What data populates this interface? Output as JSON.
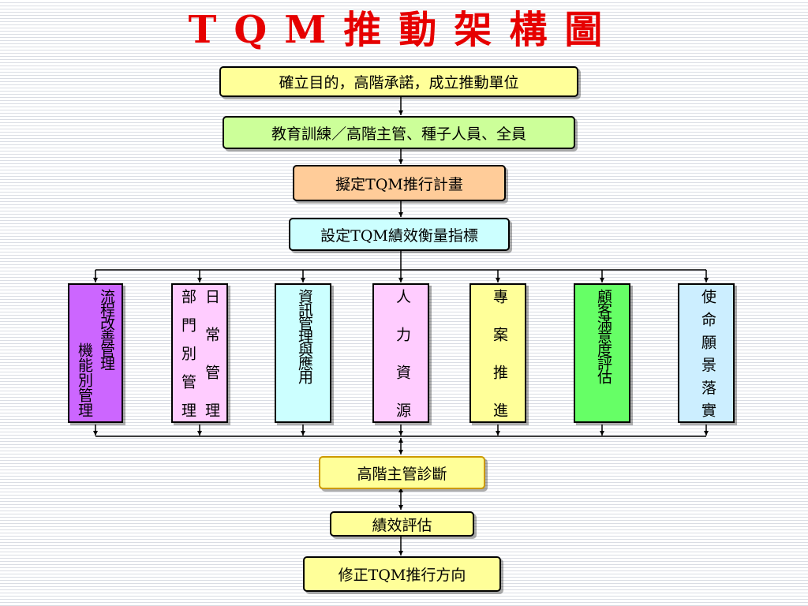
{
  "title": "TQM推動架構圖",
  "top_steps": [
    "確立目的，高階承諾，成立推動單位",
    "教育訓練／高階主管、種子人員、全員",
    "擬定TQM推行計畫",
    "設定TQM績效衡量指標"
  ],
  "branches": [
    {
      "columns": [
        "流程改善管理",
        "機能別管理"
      ]
    },
    {
      "columns": [
        "日常管理",
        "部門別管理"
      ]
    },
    {
      "columns": [
        "資訊管理與應用"
      ]
    },
    {
      "columns": [
        "人力資源"
      ]
    },
    {
      "columns": [
        "專案推進"
      ]
    },
    {
      "columns": [
        "顧客滿意度評估"
      ]
    },
    {
      "columns": [
        "使命願景落實"
      ]
    }
  ],
  "bottom_steps": [
    "高階主管診斷",
    "績效評估",
    "修正TQM推行方向"
  ],
  "colors": {
    "title": "#e60000",
    "yellow_box": "#ffff99",
    "green_box": "#ccff99",
    "orange_box": "#ffcc99",
    "cyan_box": "#ccffff",
    "purple_box": "#cc66ff",
    "pink_box": "#ffccff",
    "green_col": "#66ff66",
    "light_blue_col": "#cceeff",
    "lines": "#000000"
  }
}
